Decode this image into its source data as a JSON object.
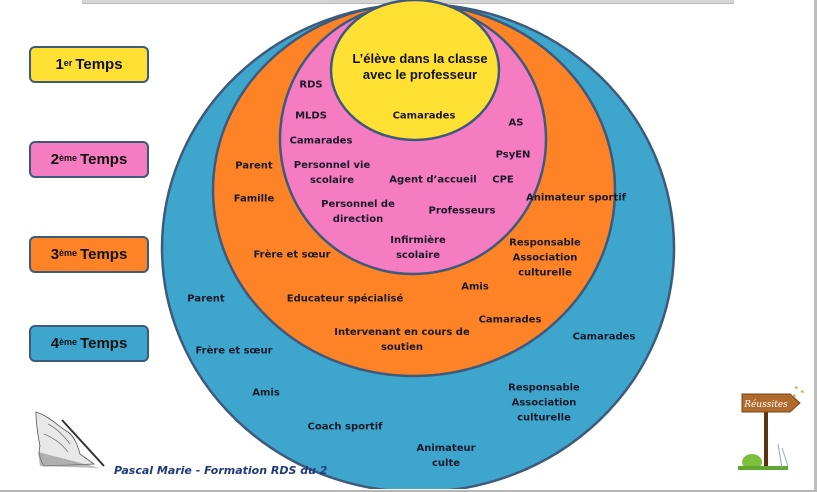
{
  "legend": [
    {
      "num": "1",
      "sup": "er",
      "label": "Temps",
      "color": "#ffe033"
    },
    {
      "num": "2",
      "sup": "ème",
      "label": "Temps",
      "color": "#f57cc0"
    },
    {
      "num": "3",
      "sup": "ème",
      "label": "Temps",
      "color": "#fd8326"
    },
    {
      "num": "4",
      "sup": "ème",
      "label": "Temps",
      "color": "#3ea6cc"
    }
  ],
  "rings": {
    "ring1": {
      "title_line1": "L’élève dans la classe",
      "title_line2": "avec le professeur",
      "items": [
        "Camarades"
      ],
      "color": "#ffe033"
    },
    "ring2": {
      "items": [
        "RDS",
        "MLDS",
        "Camarades",
        "Personnel vie scolaire",
        "Personnel de direction",
        "Infirmière scolaire",
        "Agent d’accueil",
        "Professeurs",
        "AS",
        "PsyEN",
        "CPE"
      ],
      "color": "#f57cc0"
    },
    "ring3": {
      "items": [
        "Parent",
        "Famille",
        "Frère et sœur",
        "Educateur spécialisé",
        "Intervenant en cours de soutien",
        "Amis",
        "Camarades",
        "Responsable Association culturelle",
        "Animateur sportif"
      ],
      "color": "#fd8326"
    },
    "ring4": {
      "items": [
        "Parent",
        "Frère et sœur",
        "Amis",
        "Coach sportif",
        "Animateur culte",
        "Responsable Association culturelle",
        "Camarades"
      ],
      "color": "#3ea6cc"
    },
    "outline_color": "#3d5a7d"
  },
  "labels": {
    "r1_title_a": "L’élève dans la classe",
    "r1_title_b": "avec le professeur",
    "r1_camarades": "Camarades",
    "r2_rds": "RDS",
    "r2_mlds": "MLDS",
    "r2_camarades": "Camarades",
    "r2_pvs_a": "Personnel vie",
    "r2_pvs_b": "scolaire",
    "r2_pdd_a": "Personnel de",
    "r2_pdd_b": "direction",
    "r2_inf_a": "Infirmière",
    "r2_inf_b": "scolaire",
    "r2_agent": "Agent d’accueil",
    "r2_prof": "Professeurs",
    "r2_as": "AS",
    "r2_psyen": "PsyEN",
    "r2_cpe": "CPE",
    "r3_parent": "Parent",
    "r3_famille": "Famille",
    "r3_frere": "Frère et sœur",
    "r3_educ": "Educateur spécialisé",
    "r3_interv_a": "Intervenant en cours de",
    "r3_interv_b": "soutien",
    "r3_amis": "Amis",
    "r3_camarades": "Camarades",
    "r3_resp_a": "Responsable",
    "r3_resp_b": "Association",
    "r3_resp_c": "culturelle",
    "r3_anim": "Animateur sportif",
    "r4_parent": "Parent",
    "r4_frere": "Frère et sœur",
    "r4_amis": "Amis",
    "r4_coach": "Coach sportif",
    "r4_culte_a": "Animateur",
    "r4_culte_b": "culte",
    "r4_resp_a": "Responsable",
    "r4_resp_b": "Association",
    "r4_resp_c": "culturelle",
    "r4_camarades": "Camarades"
  },
  "signpost": {
    "label": "Réussites"
  },
  "footer": {
    "text": "Pascal Marie - Formation RDS du 2"
  }
}
